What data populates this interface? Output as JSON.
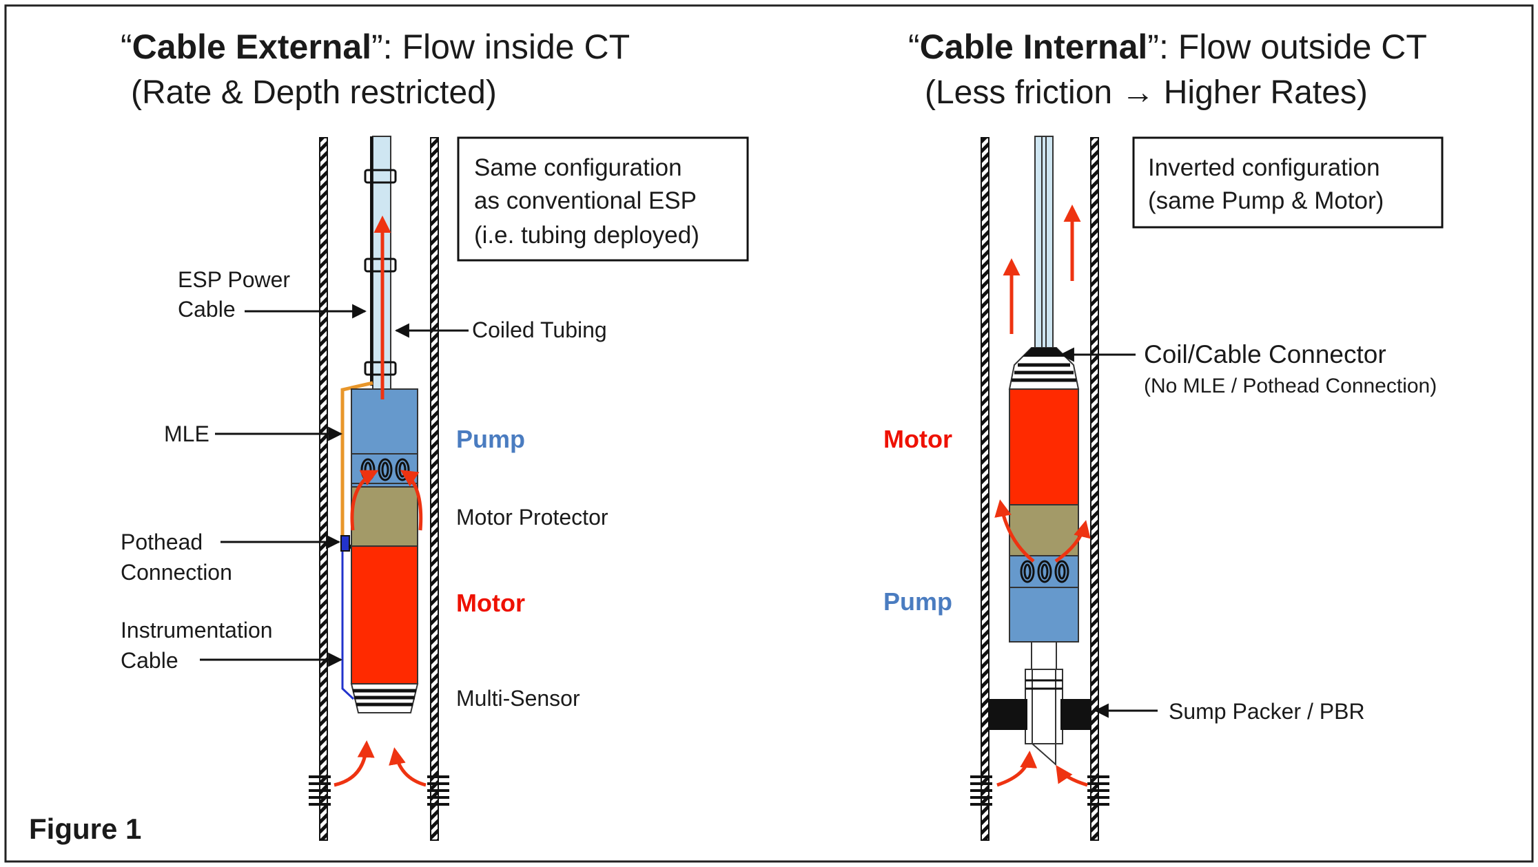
{
  "figure_label": "Figure 1",
  "left": {
    "title_quote_open": "“",
    "title_bold": "Cable External",
    "title_rest": "”: Flow inside CT",
    "subtitle": "(Rate & Depth restricted)",
    "note_lines": [
      "Same configuration",
      "as conventional ESP",
      "(i.e. tubing deployed)"
    ],
    "labels": {
      "esp_power_cable_1": "ESP Power",
      "esp_power_cable_2": "Cable",
      "coiled_tubing": "Coiled Tubing",
      "mle": "MLE",
      "pump": "Pump",
      "motor_protector": "Motor Protector",
      "pothead_1": "Pothead",
      "pothead_2": "Connection",
      "motor": "Motor",
      "instrumentation_1": "Instrumentation",
      "instrumentation_2": "Cable",
      "multi_sensor": "Multi-Sensor"
    }
  },
  "right": {
    "title_quote_open": "“",
    "title_bold": "Cable Internal",
    "title_rest": "”: Flow outside CT",
    "subtitle": "(Less friction → Higher Rates)",
    "note_lines": [
      "Inverted configuration",
      "(same Pump & Motor)"
    ],
    "labels": {
      "connector": "Coil/Cable Connector",
      "connector_sub": "(No MLE / Pothead Connection)",
      "motor": "Motor",
      "pump": "Pump",
      "sump_packer": "Sump Packer / PBR"
    }
  },
  "colors": {
    "pump": "#6699cc",
    "motor": "#ff2a00",
    "protector": "#a39a68",
    "tubing": "#cfe6f2",
    "flow_arrow": "#ee3311",
    "mle_cable": "#e8962a",
    "instrument_cable": "#2233cc",
    "pump_label": "#4a7cc0",
    "motor_label": "#ee1100"
  }
}
